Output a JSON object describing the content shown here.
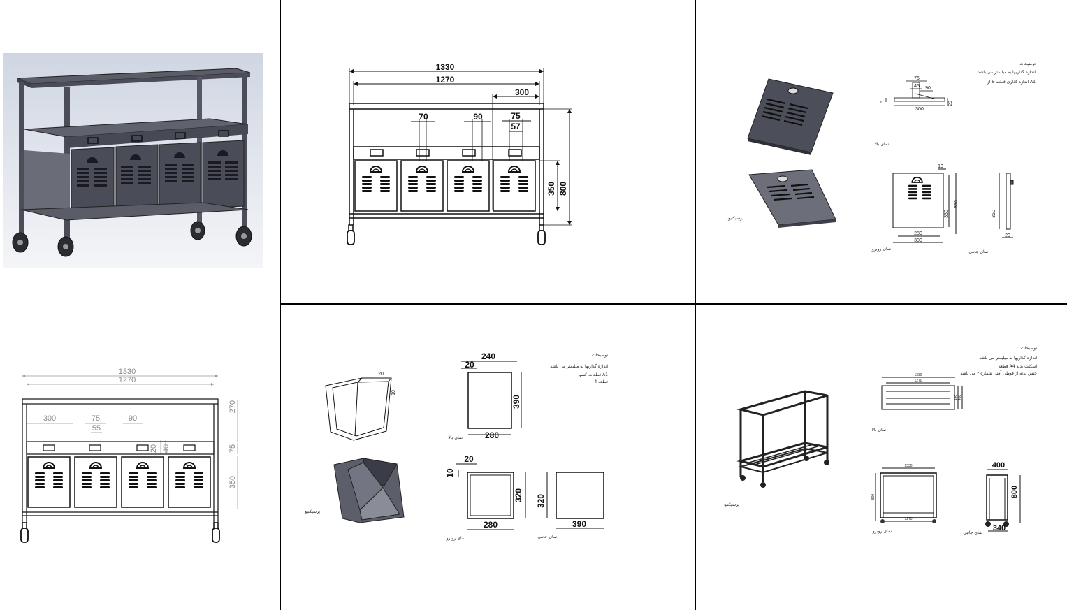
{
  "front_view": {
    "width_total": "1330",
    "width_inner": "1270",
    "drawer_offset": "300",
    "handle_a": "70",
    "handle_b": "90",
    "handle_c": "75",
    "handle_d": "57",
    "drawer_height": "350",
    "total_height": "800"
  },
  "panel_lid": {
    "notes": [
      "توضیحات",
      "اندازه گذاریها به میلیمتر می باشد",
      "اندازه گذاری قطعه 5 از A1"
    ],
    "top_dims": [
      "75",
      "45",
      "90",
      "300",
      "20",
      "6"
    ],
    "top_view_label": "نمای بالا",
    "persp_label": "پرسپکتیو",
    "front_dims": [
      "10",
      "330",
      "350",
      "280",
      "300"
    ],
    "front_view_label": "نمای روبرو",
    "side_dims": [
      "350",
      "20"
    ],
    "side_view_label": "نمای جانبی"
  },
  "front_thin": {
    "width_total": "1330",
    "width_inner": "1270",
    "d300": "300",
    "d75": "75",
    "d55": "55",
    "d90": "90",
    "d270": "270",
    "d75b": "75",
    "d350": "350",
    "d20": "20",
    "d40": "40"
  },
  "drawer_box": {
    "notes": [
      "توضیحات",
      "اندازه گذاریها به میلیمتر می باشد",
      "قطعات کشو A1",
      "قطعه 4"
    ],
    "top_w": "240",
    "top_lip": "20",
    "top_h": "390",
    "top_bottom": "280",
    "persp_dims": [
      "20",
      "10"
    ],
    "top_view_label": "نمای بالا",
    "persp_label": "پرسپکتیو",
    "front_lip": "20",
    "front_small": "10",
    "front_h": "320",
    "front_w": "280",
    "front_view_label": "نمای روبرو",
    "side_h": "320",
    "side_w": "390",
    "side_view_label": "نمای جانبی"
  },
  "frame": {
    "notes": [
      "توضیحات",
      "اندازه گذاریها به میلیمتر می باشد",
      "قطعه A4 اسکلت بدنه",
      "جنس بدنه از قوطی آهنی شماره ۳ می باشد"
    ],
    "top_dims": [
      "1330",
      "1270"
    ],
    "top_side": [
      "140",
      "400"
    ],
    "top_view_label": "نمای بالا",
    "persp_label": "پرسپکتیو",
    "front_top": "1330",
    "front_bottom": "1270",
    "front_side": "800",
    "front_view_label": "نمای روبرو",
    "side_w": "400",
    "side_h": "800",
    "side_bottom": "340",
    "side_view_label": "نمای جانبی"
  }
}
